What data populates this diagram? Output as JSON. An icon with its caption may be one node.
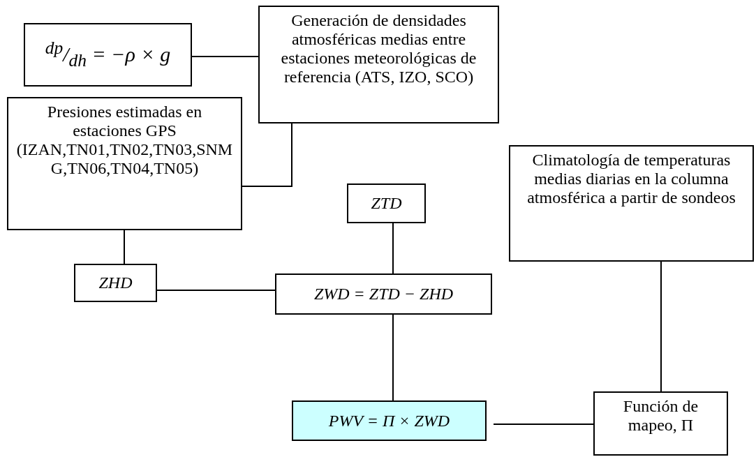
{
  "diagram": {
    "nodes": [
      {
        "text": [
          "$^{dp}$/$_{dh}$ = −ρ × g"
        ]
      },
      {
        "text": [
          "Generación de densidades atmosféricas medias entre estaciones meteorológicas de referencia (ATS, IZO, SCO)"
        ]
      },
      {
        "text": [
          "Presiones estimadas en estaciones GPS (IZAN,TN01,TN02,TN03,SNMG,TN06,TN04,TN05)"
        ]
      },
      {
        "text": [
          "Climatología de temperaturas medias diarias en la columna atmosférica a partir de sondeos"
        ]
      },
      {
        "text": [
          "ZTD"
        ]
      },
      {
        "text": [
          "ZHD"
        ]
      },
      {
        "text": [
          "ZWD = ZTD − ZHD"
        ]
      },
      {
        "text": [
          "PWV = Π × ZWD"
        ]
      },
      {
        "text": [
          "Función de mapeo, Π"
        ]
      }
    ],
    "edges": [
      {
        "from": 0,
        "to": 1,
        "arrow": "none"
      },
      {
        "from": 2,
        "to": 1,
        "arrow": "none"
      },
      {
        "from": 2,
        "to": 5,
        "arrow": "none"
      },
      {
        "from": 5,
        "to": 6,
        "arrow": "none"
      },
      {
        "from": 4,
        "to": 6,
        "arrow": "none"
      },
      {
        "from": 6,
        "to": 7,
        "arrow": "none"
      },
      {
        "from": 7,
        "to": 8,
        "arrow": "none"
      },
      {
        "from": 3,
        "to": 8,
        "arrow": "none"
      }
    ]
  }
}
